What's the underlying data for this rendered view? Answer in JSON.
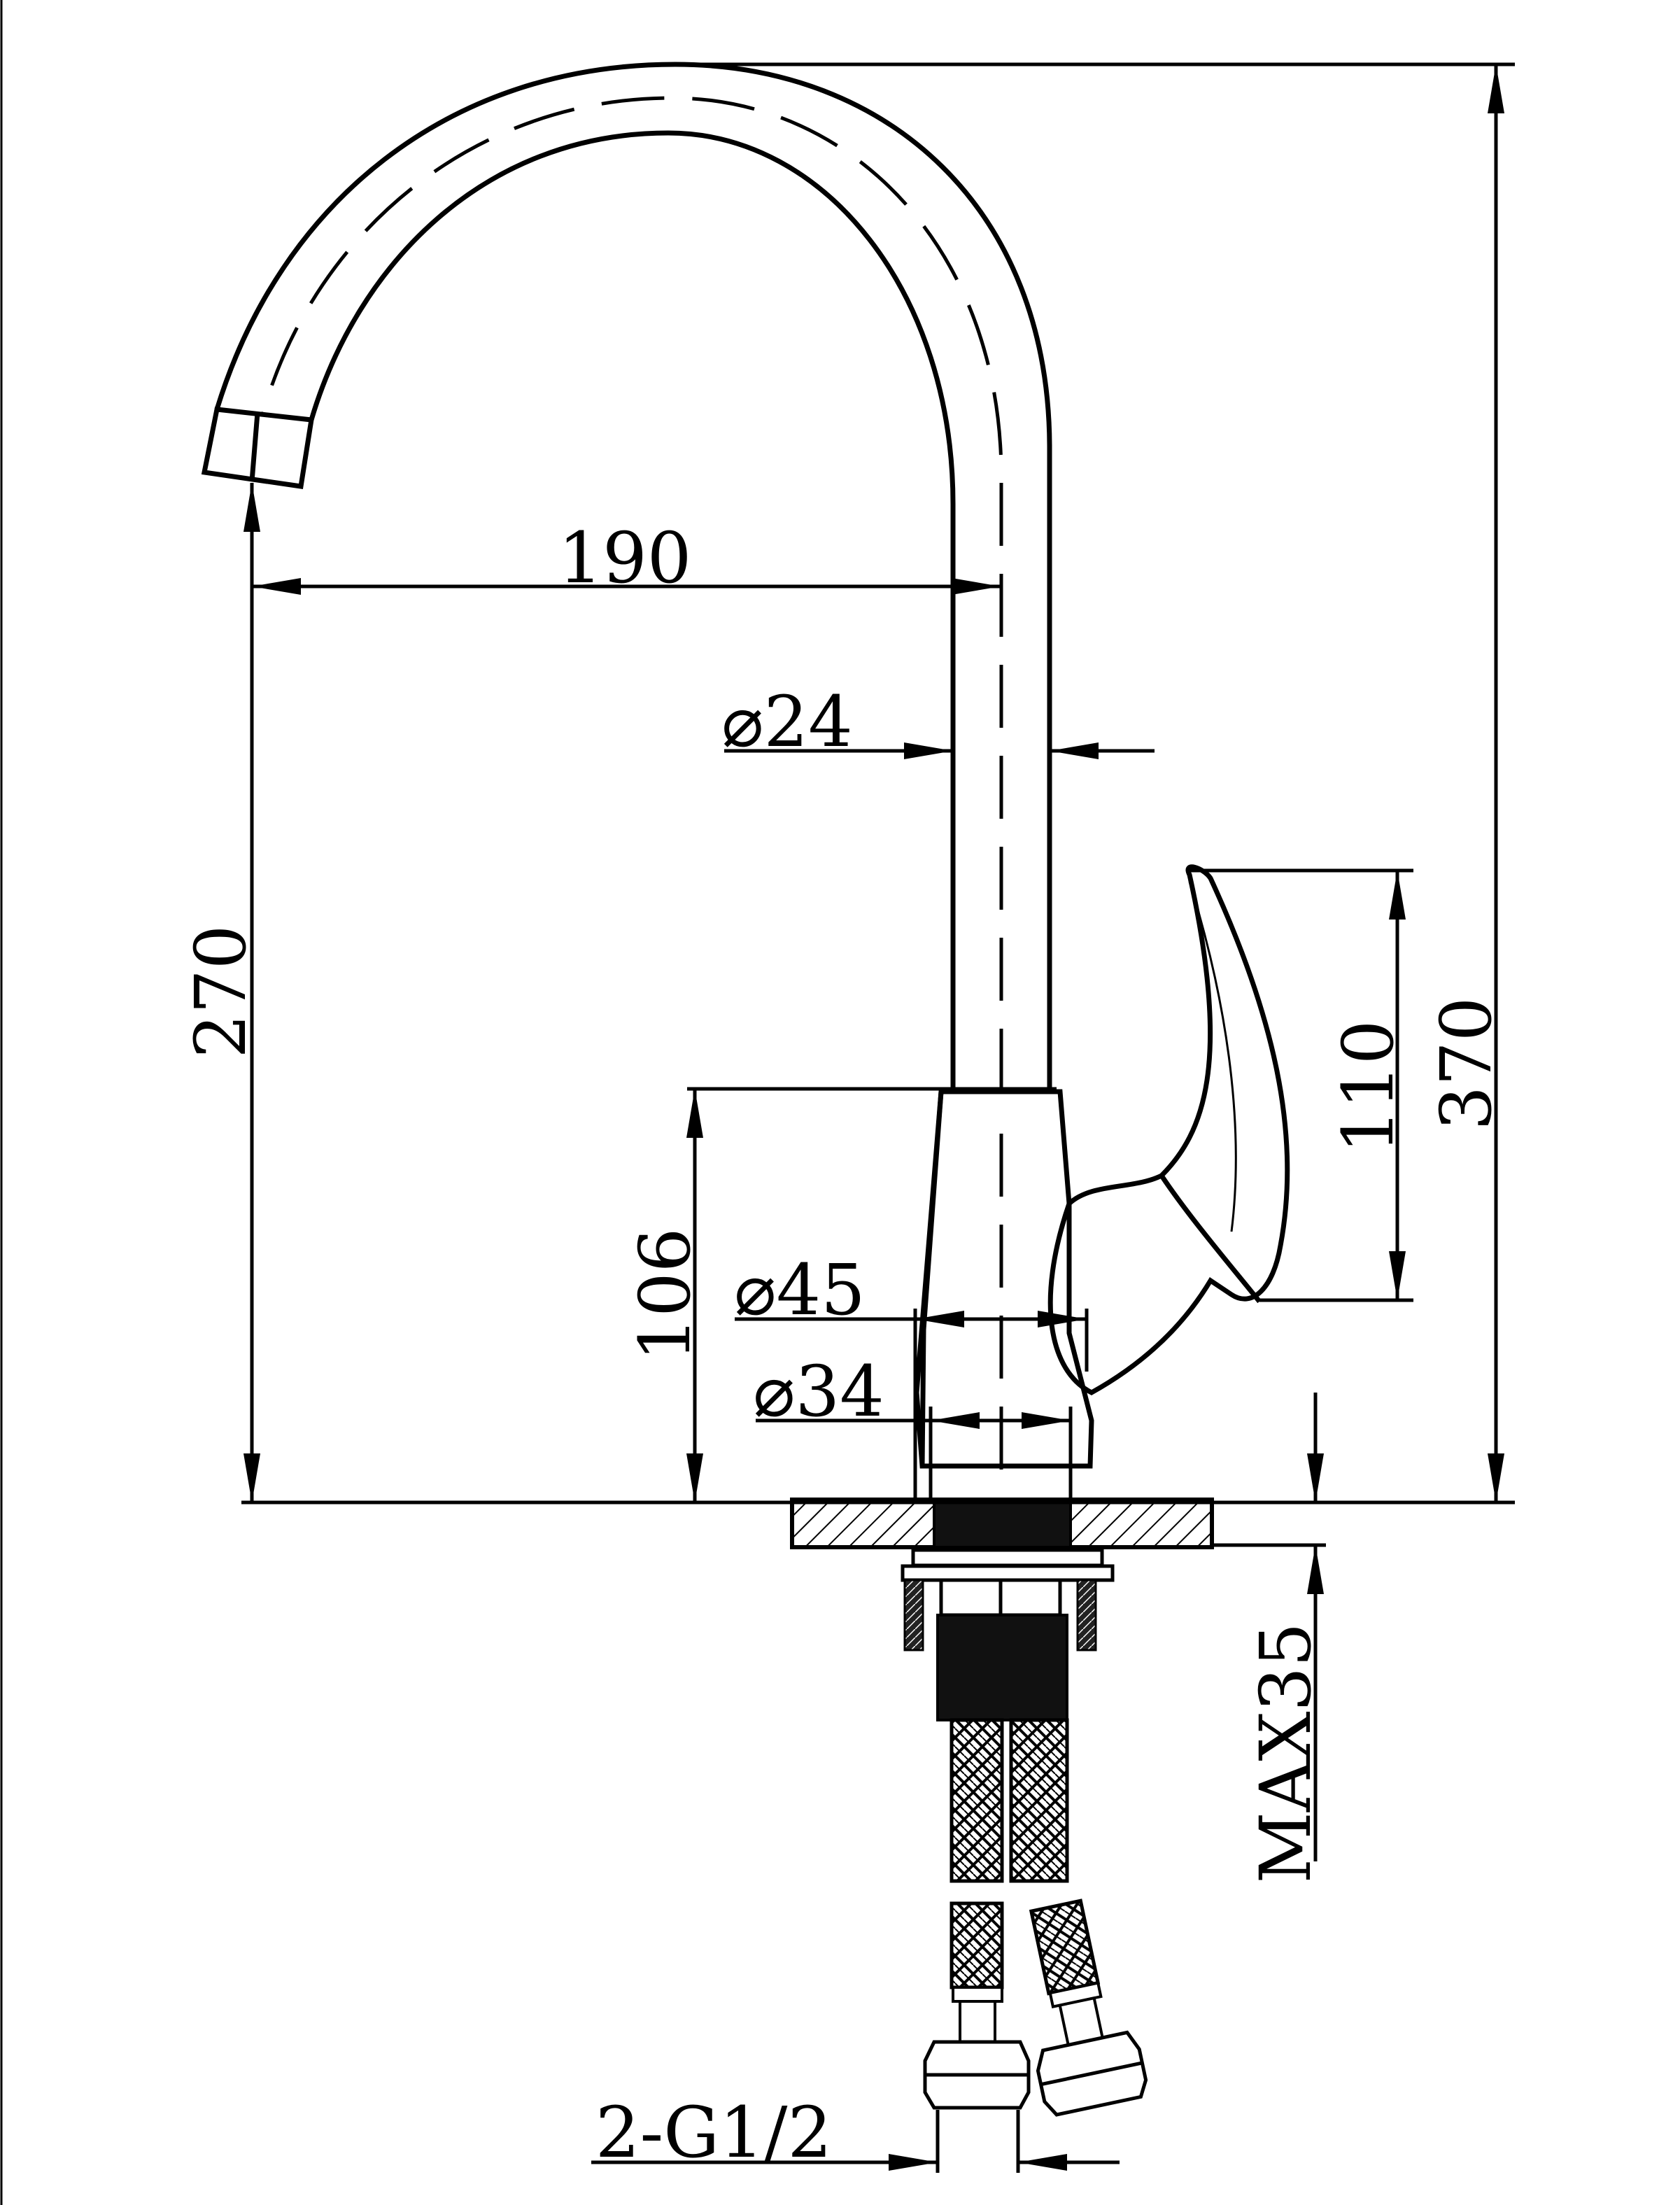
{
  "diagram": {
    "dimensions": {
      "spout_reach": "190",
      "spout_diameter": "⌀24",
      "spout_height": "270",
      "body_height": "106",
      "handle_height": "110",
      "total_height": "370",
      "base_diameter": "⌀45",
      "shank_diameter": "⌀34",
      "max_deck_thickness": "MAX35",
      "hose_connection": "2-G1/2"
    },
    "colors": {
      "line": "#000000",
      "background": "#ffffff"
    }
  }
}
